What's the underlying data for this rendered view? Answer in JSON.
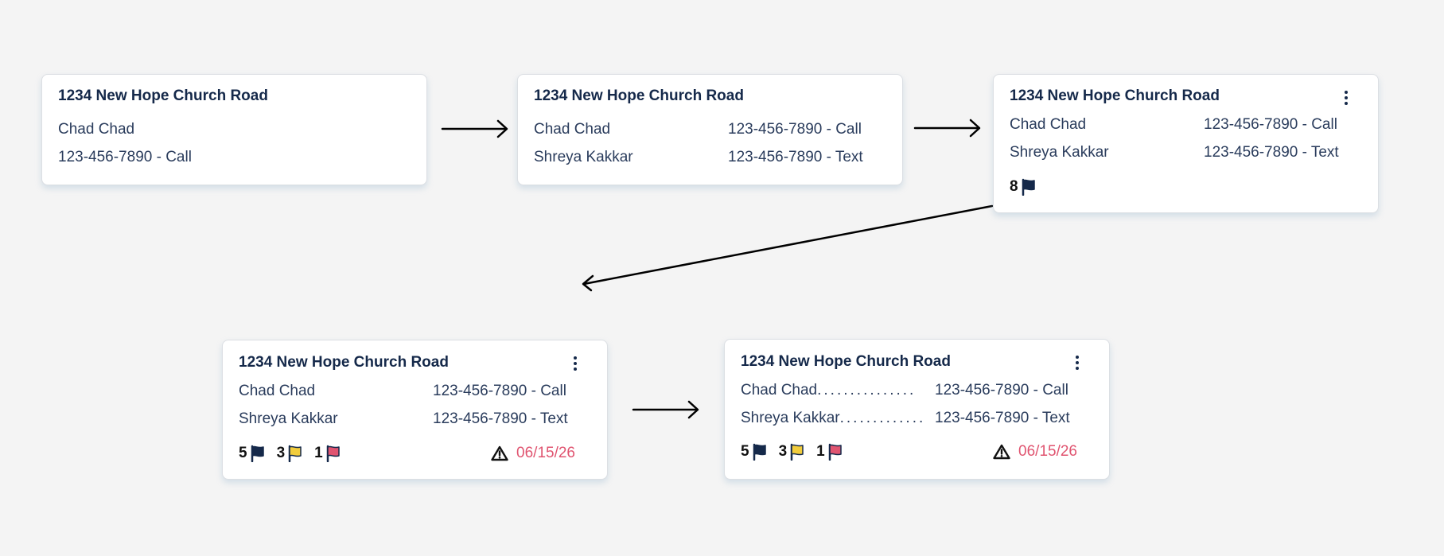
{
  "colors": {
    "background": "#f4f4f4",
    "card": "#ffffff",
    "title": "#15294a",
    "body_text": "#2a3c5c",
    "flag_navy": "#15294a",
    "flag_yellow": "#f2cd3c",
    "flag_red": "#e05470",
    "due_date": "#e05470",
    "arrow": "#000000"
  },
  "cards": [
    {
      "title": "1234 New Hope Church Road",
      "lines": [
        "Chad Chad",
        "123-456-7890 - Call"
      ]
    },
    {
      "title": "1234 New Hope Church Road",
      "contacts": [
        {
          "name": "Chad Chad",
          "phone": "123-456-7890 - Call"
        },
        {
          "name": "Shreya Kakkar",
          "phone": "123-456-7890 - Text"
        }
      ]
    },
    {
      "title": "1234 New Hope Church Road",
      "menu_icon": "more-vertical-icon",
      "contacts": [
        {
          "name": "Chad Chad",
          "phone": "123-456-7890 - Call"
        },
        {
          "name": "Shreya Kakkar",
          "phone": "123-456-7890 - Text"
        }
      ],
      "flags": [
        {
          "count": "8",
          "color": "navy"
        }
      ]
    },
    {
      "title": "1234 New Hope Church Road",
      "menu_icon": "more-vertical-icon",
      "contacts": [
        {
          "name": "Chad Chad",
          "phone": "123-456-7890 - Call"
        },
        {
          "name": "Shreya Kakkar",
          "phone": "123-456-7890 - Text"
        }
      ],
      "flags": [
        {
          "count": "5",
          "color": "navy"
        },
        {
          "count": "3",
          "color": "yellow"
        },
        {
          "count": "1",
          "color": "red"
        }
      ],
      "warning_icon": "alert-triangle-icon",
      "due_date": "06/15/26"
    },
    {
      "title": "1234 New Hope Church Road",
      "menu_icon": "more-vertical-icon",
      "contacts": [
        {
          "name": "Chad Chad",
          "leader": "...............",
          "phone": "123-456-7890 - Call"
        },
        {
          "name": "Shreya Kakkar",
          "leader": ".............",
          "phone": "123-456-7890 - Text"
        }
      ],
      "flags": [
        {
          "count": "5",
          "color": "navy"
        },
        {
          "count": "3",
          "color": "yellow"
        },
        {
          "count": "1",
          "color": "red"
        }
      ],
      "warning_icon": "alert-triangle-icon",
      "due_date": "06/15/26"
    }
  ],
  "arrows": [
    {
      "from": "card-1",
      "to": "card-2",
      "direction": "right"
    },
    {
      "from": "card-2",
      "to": "card-3",
      "direction": "right"
    },
    {
      "from": "card-3",
      "to": "card-4",
      "direction": "down-left"
    },
    {
      "from": "card-4",
      "to": "card-5",
      "direction": "right"
    }
  ]
}
